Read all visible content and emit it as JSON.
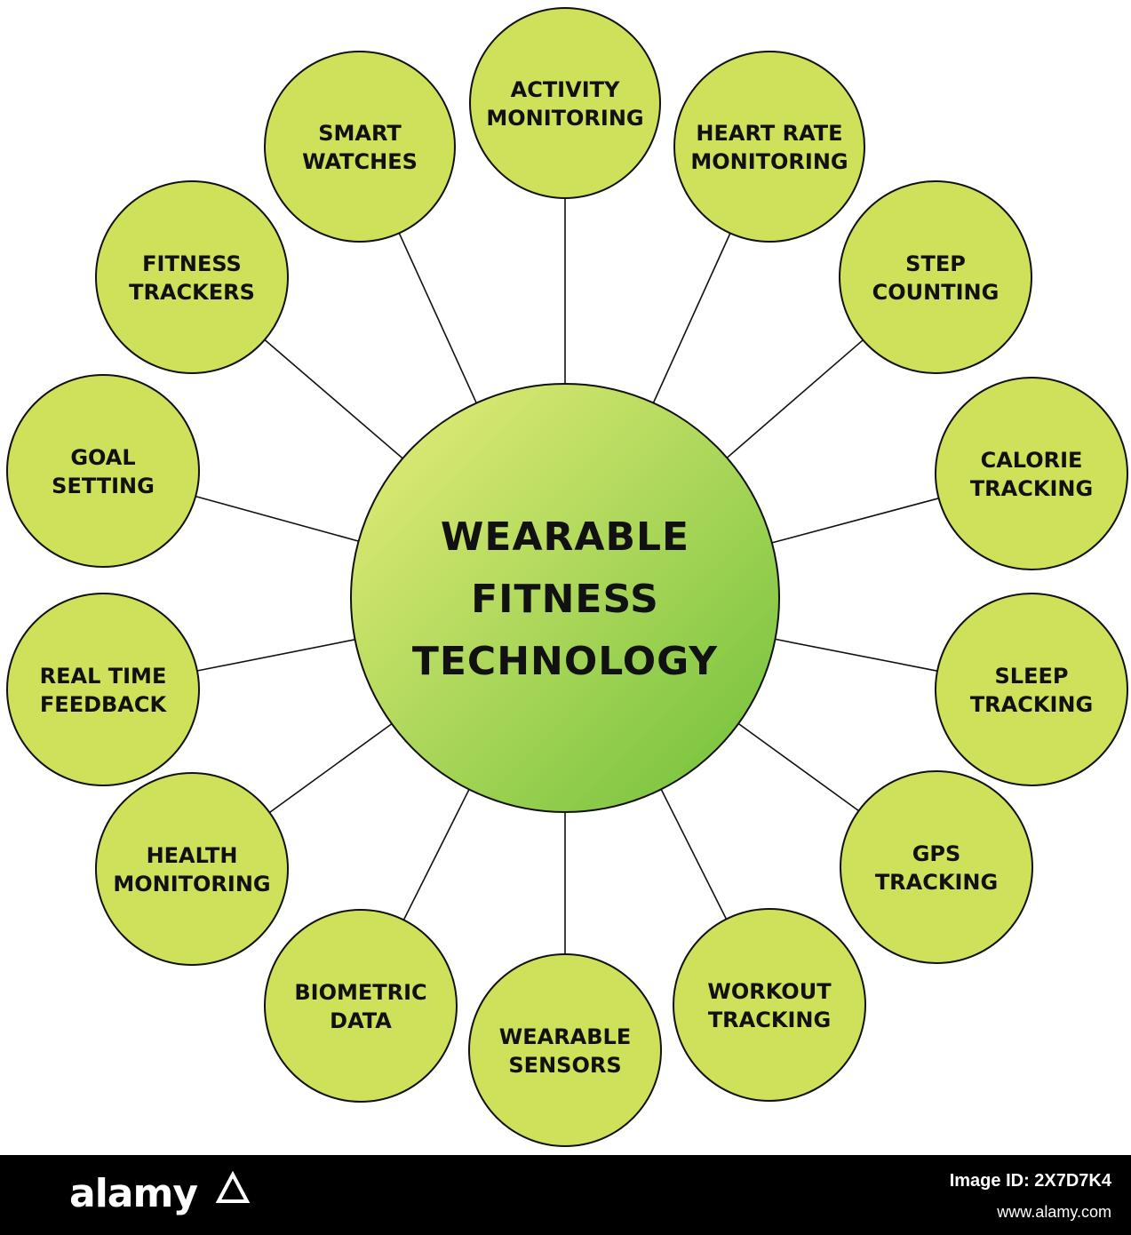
{
  "diagram": {
    "center": {
      "lines": [
        "WEARABLE",
        "FITNESS",
        "TECHNOLOGY"
      ]
    },
    "nodes": [
      {
        "id": "activity-monitoring",
        "lines": [
          "ACTIVITY",
          "MONITORING"
        ]
      },
      {
        "id": "heart-rate-monitoring",
        "lines": [
          "HEART RATE",
          "MONITORING"
        ]
      },
      {
        "id": "step-counting",
        "lines": [
          "STEP",
          "COUNTING"
        ]
      },
      {
        "id": "calorie-tracking",
        "lines": [
          "CALORIE",
          "TRACKING"
        ]
      },
      {
        "id": "sleep-tracking",
        "lines": [
          "SLEEP",
          "TRACKING"
        ]
      },
      {
        "id": "gps-tracking",
        "lines": [
          "GPS",
          "TRACKING"
        ]
      },
      {
        "id": "workout-tracking",
        "lines": [
          "WORKOUT",
          "TRACKING"
        ]
      },
      {
        "id": "wearable-sensors",
        "lines": [
          "WEARABLE",
          "SENSORS"
        ]
      },
      {
        "id": "biometric-data",
        "lines": [
          "BIOMETRIC",
          "DATA"
        ]
      },
      {
        "id": "health-monitoring",
        "lines": [
          "HEALTH",
          "MONITORING"
        ]
      },
      {
        "id": "real-time-feedback",
        "lines": [
          "REAL TIME",
          "FEEDBACK"
        ]
      },
      {
        "id": "goal-setting",
        "lines": [
          "GOAL",
          "SETTING"
        ]
      },
      {
        "id": "fitness-trackers",
        "lines": [
          "FITNESS",
          "TRACKERS"
        ]
      },
      {
        "id": "smart-watches",
        "lines": [
          "SMART",
          "WATCHES"
        ]
      }
    ],
    "colors": {
      "node_fill": "#cfe05a",
      "center_light": "#e9ee7a",
      "center_dark": "#6fc03a",
      "stroke": "#111111"
    }
  },
  "footer": {
    "logo": "alamy",
    "image_id": "Image ID: 2X7D7K4",
    "url": "www.alamy.com"
  }
}
